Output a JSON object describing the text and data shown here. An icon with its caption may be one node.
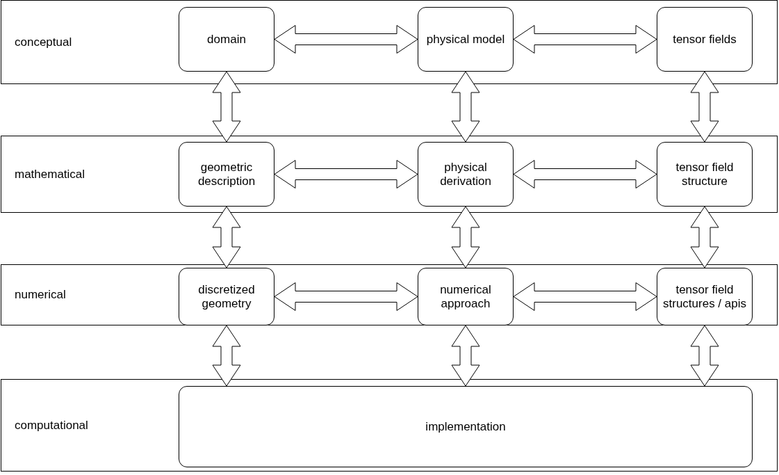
{
  "diagram": {
    "nodes": [
      {
        "text": [
          "conceptual"
        ]
      },
      {
        "text": [
          "domain"
        ],
        "in": 0
      },
      {
        "text": [
          "physical model"
        ],
        "in": 0
      },
      {
        "text": [
          "tensor fields"
        ],
        "in": 0
      },
      {
        "text": [
          "mathematical"
        ]
      },
      {
        "text": [
          "geometric description"
        ],
        "in": 4
      },
      {
        "text": [
          "physical derivation"
        ],
        "in": 4
      },
      {
        "text": [
          "tensor field structure"
        ],
        "in": 4
      },
      {
        "text": [
          "numerical"
        ]
      },
      {
        "text": [
          "discretized geometry"
        ],
        "in": 8
      },
      {
        "text": [
          "numerical approach"
        ],
        "in": 8
      },
      {
        "text": [
          "tensor field structures / apis"
        ],
        "in": 8
      },
      {
        "text": [
          "computational"
        ]
      },
      {
        "text": [
          "implementation"
        ],
        "in": 12
      }
    ],
    "edges": [
      {
        "from": 1,
        "to": 2,
        "arrow": "both"
      },
      {
        "from": 2,
        "to": 3,
        "arrow": "both"
      },
      {
        "from": 1,
        "to": 5,
        "arrow": "both"
      },
      {
        "from": 2,
        "to": 6,
        "arrow": "both"
      },
      {
        "from": 3,
        "to": 7,
        "arrow": "both"
      },
      {
        "from": 5,
        "to": 6,
        "arrow": "both"
      },
      {
        "from": 6,
        "to": 7,
        "arrow": "both"
      },
      {
        "from": 5,
        "to": 9,
        "arrow": "both"
      },
      {
        "from": 6,
        "to": 10,
        "arrow": "both"
      },
      {
        "from": 7,
        "to": 11,
        "arrow": "both"
      },
      {
        "from": 9,
        "to": 10,
        "arrow": "both"
      },
      {
        "from": 10,
        "to": 11,
        "arrow": "both"
      },
      {
        "from": 9,
        "to": 13,
        "arrow": "both"
      },
      {
        "from": 10,
        "to": 13,
        "arrow": "both"
      },
      {
        "from": 11,
        "to": 13,
        "arrow": "both"
      }
    ]
  }
}
